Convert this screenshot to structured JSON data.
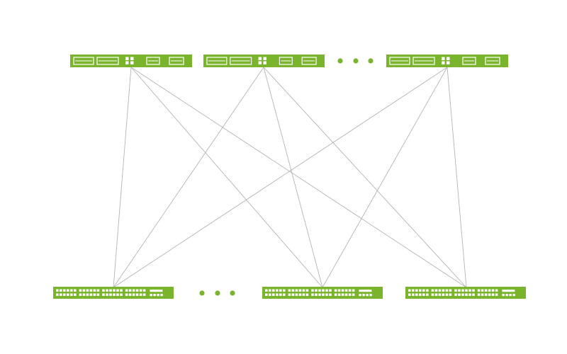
{
  "diagram": {
    "type": "leaf-spine-network-topology",
    "accent_color": "#7ab42c",
    "link_color": "#b4b4b4",
    "spine_switches": [
      {
        "id": "spine-1",
        "icon": "spine-switch-icon"
      },
      {
        "id": "spine-2",
        "icon": "spine-switch-icon"
      },
      {
        "id": "spine-3",
        "icon": "spine-switch-icon"
      }
    ],
    "leaf_switches": [
      {
        "id": "leaf-1",
        "icon": "leaf-switch-icon"
      },
      {
        "id": "leaf-2",
        "icon": "leaf-switch-icon"
      },
      {
        "id": "leaf-3",
        "icon": "leaf-switch-icon"
      }
    ],
    "ellipsis_indicators": [
      "spine-ellipsis",
      "leaf-ellipsis"
    ],
    "links": [
      [
        "spine-1",
        "leaf-1"
      ],
      [
        "spine-1",
        "leaf-2"
      ],
      [
        "spine-1",
        "leaf-3"
      ],
      [
        "spine-2",
        "leaf-1"
      ],
      [
        "spine-2",
        "leaf-2"
      ],
      [
        "spine-2",
        "leaf-3"
      ],
      [
        "spine-3",
        "leaf-1"
      ],
      [
        "spine-3",
        "leaf-2"
      ],
      [
        "spine-3",
        "leaf-3"
      ]
    ]
  }
}
